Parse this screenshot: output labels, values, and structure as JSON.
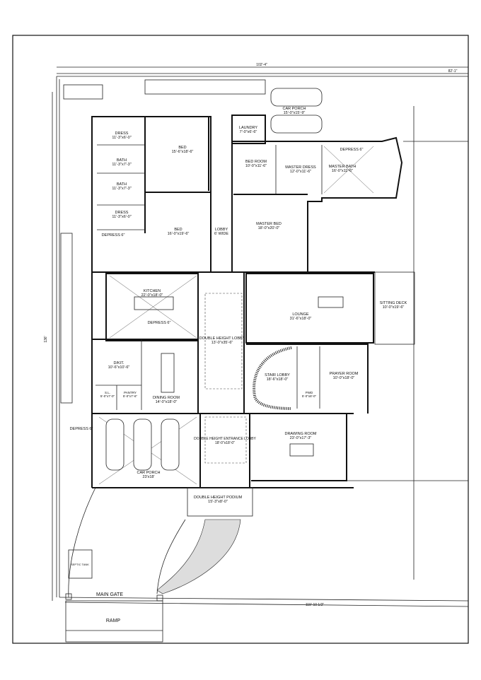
{
  "drawing": {
    "overall_dimensions": {
      "top_width": "102'-4\"",
      "top_right": "82'-1\"",
      "left_depth": "136'",
      "bottom_width": "119'-10 1/2\""
    },
    "rooms": [
      {
        "name": "DRESS",
        "size": "11'-3\"x6'-0\""
      },
      {
        "name": "BATH",
        "size": "11'-3\"x7'-3\""
      },
      {
        "name": "BATH",
        "size": "11'-3\"x7'-3\""
      },
      {
        "name": "DRESS",
        "size": "11'-3\"x6'-0\""
      },
      {
        "name": "BED",
        "size": "15'-6\"x18'-6\""
      },
      {
        "name": "BED",
        "size": "16'-0\"x19'-6\""
      },
      {
        "name": "LOBBY",
        "size": "6' WIDE"
      },
      {
        "name": "LAUNDRY",
        "size": "7'-0\"x6'-6\""
      },
      {
        "name": "CAR PORCH",
        "size": "15'-0\"x15'-9\""
      },
      {
        "name": "BED ROOM",
        "size": "10'-0\"x11'-6\""
      },
      {
        "name": "MASTER DRESS",
        "size": "12'-0\"x11'-6\""
      },
      {
        "name": "MASTER BATH",
        "size": "16'-0\"x11'-6\""
      },
      {
        "name": "MASTER BED",
        "size": "18'-0\"x20'-0\""
      },
      {
        "name": "KITCHEN",
        "size": "22'-0\"x18'-0\""
      },
      {
        "name": "D/KIT.",
        "size": "10'-6\"x10'-6\""
      },
      {
        "name": "S.L.",
        "size": "5'-0\"x7'-0\""
      },
      {
        "name": "PANTRY",
        "size": "5'-0\"x7'-6\""
      },
      {
        "name": "DINING ROOM",
        "size": "14'-0\"x18'-0\""
      },
      {
        "name": "DOUBLE HEIGHT LOBBY",
        "size": "13'-0\"x35'-6\""
      },
      {
        "name": "LOUNGE",
        "size": "31'-6\"x18'-0\""
      },
      {
        "name": "SITTING DECK",
        "size": "10'-0\"x19'-6\""
      },
      {
        "name": "STAIR LOBBY",
        "size": "18'-6\"x18'-0\""
      },
      {
        "name": "PWD",
        "size": "5'-0\"x8'-0\""
      },
      {
        "name": "PRAYER ROOM",
        "size": "10'-0\"x18'-0\""
      },
      {
        "name": "CAR PORCH",
        "size": "23'x18'"
      },
      {
        "name": "DOUBLE HEIGHT ENTRANCE LOBBY",
        "size": "18'-0\"x18'-0\""
      },
      {
        "name": "DRAWING ROOM",
        "size": "23'-0\"x17'-3\""
      },
      {
        "name": "DOUBLE HEIGHT PODIUM",
        "size": "15'-3\"x8'-0\""
      }
    ],
    "depress_labels": [
      "DEPRESS 6\"",
      "DEPRESS 6\"",
      "DEPRESS 6\"",
      "DEPRESS 6\""
    ],
    "main_gate": "MAIN GATE",
    "ramp": "RAMP",
    "septic_tank": "SEPTIC TANK"
  }
}
